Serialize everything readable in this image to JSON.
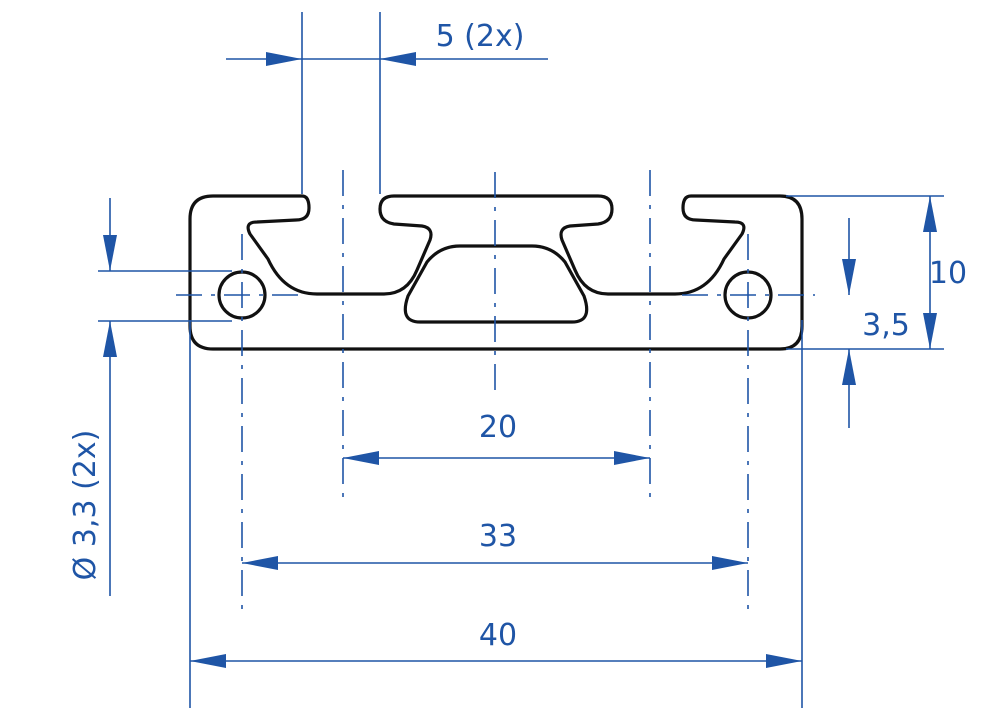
{
  "colors": {
    "dimension": "#1f55a6",
    "outline": "#111111",
    "background": "#ffffff"
  },
  "dimensions": {
    "slot_width": "5 (2x)",
    "width_middle": "20",
    "width_holes": "33",
    "width_total": "40",
    "height_total": "10",
    "hole_height": "3,5",
    "hole_diameter": "Ø 3,3 (2x)"
  }
}
